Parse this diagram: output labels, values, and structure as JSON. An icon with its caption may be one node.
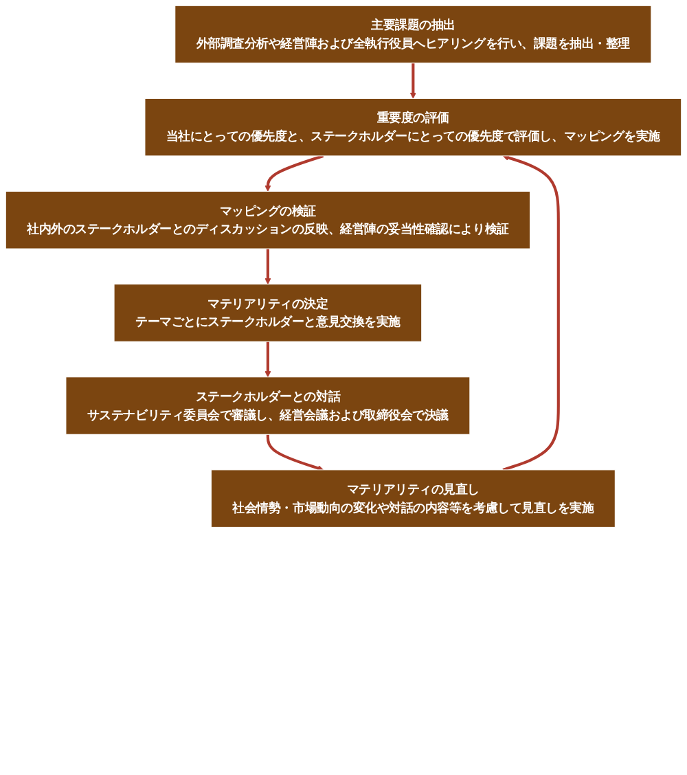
{
  "diagram": {
    "nodes": [
      {
        "text": [
          "主要課題の抽出",
          "外部調査分析や経営陣および全執行役員へヒアリングを行い、課題を抽出・整理"
        ]
      },
      {
        "text": [
          "重要度の評価",
          "当社にとっての優先度と、ステークホルダーにとっての優先度で評価し、マッピングを実施"
        ]
      },
      {
        "text": [
          "マッピングの検証",
          "社内外のステークホルダーとのディスカッションの反映、経営陣の妥当性確認により検証"
        ]
      },
      {
        "text": [
          "マテリアリティの決定",
          "テーマごとにステークホルダーと意見交換を実施"
        ]
      },
      {
        "text": [
          "ステークホルダーとの対話",
          "サステナビリティ委員会で審議し、経営会議および取締役会で決議"
        ]
      },
      {
        "text": [
          "マテリアリティの見直し",
          "社会情勢・市場動向の変化や対話の内容等を考慮して見直しを実施"
        ]
      }
    ],
    "edges": [
      {
        "from": 0,
        "to": 1,
        "arrow": "to"
      },
      {
        "from": 1,
        "to": 2,
        "arrow": "to"
      },
      {
        "from": 2,
        "to": 3,
        "arrow": "to"
      },
      {
        "from": 3,
        "to": 4,
        "arrow": "to"
      },
      {
        "from": 4,
        "to": 5,
        "arrow": "to"
      },
      {
        "from": 5,
        "to": 1,
        "arrow": "to"
      }
    ]
  }
}
